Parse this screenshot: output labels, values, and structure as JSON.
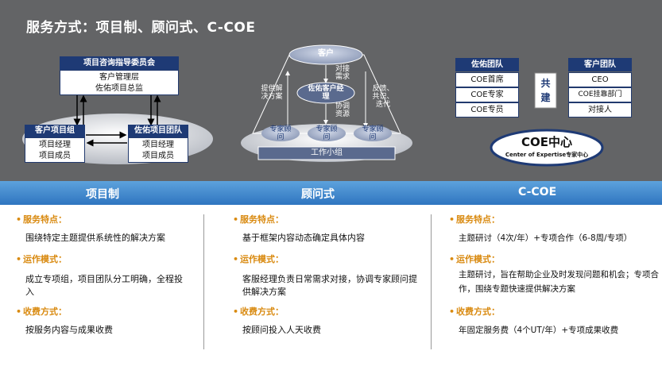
{
  "title": "服务方式：项目制、顾问式、C-COE",
  "project": {
    "committee": "项目咨询指导委员会",
    "committee_members": [
      "客户管理层",
      "佐佑项目总监"
    ],
    "client_team": "客户项目组",
    "client_members": [
      "项目经理",
      "项目成员"
    ],
    "zuoyou_team": "佐佑项目团队",
    "zuoyou_members": [
      "项目经理",
      "项目成员"
    ]
  },
  "consult": {
    "client": "客户",
    "manager": "佐佑客户经理",
    "left_note": "提供解决方案",
    "top_right_note": "对接需求",
    "mid_right_note": "协调资源",
    "right_note": "反馈、共识、迭代",
    "experts": [
      "专家顾问",
      "专家顾问",
      "专家顾问"
    ],
    "group": "工作小组"
  },
  "coe": {
    "left_header": "佐佑团队",
    "left_items": [
      "COE首席",
      "COE专家",
      "COE专员"
    ],
    "center": "共建",
    "right_header": "客户团队",
    "right_items": [
      "CEO",
      "COE挂靠部门",
      "对接人"
    ],
    "center_title": "COE中心",
    "center_sub": "Center of Expertise专家中心"
  },
  "columns": [
    {
      "title": "项目制",
      "sections": [
        {
          "label": "服务特点：",
          "text": "围绕特定主题提供系统性的解决方案"
        },
        {
          "label": "运作模式：",
          "text": "成立专项组，项目团队分工明确，全程投入"
        },
        {
          "label": "收费方式：",
          "text": "按服务内容与成果收费"
        }
      ]
    },
    {
      "title": "顾问式",
      "sections": [
        {
          "label": "服务特点：",
          "text": "基于框架内容动态确定具体内容"
        },
        {
          "label": "运作模式：",
          "text": "客服经理负责日常需求对接，协调专家顾问提供解决方案"
        },
        {
          "label": "收费方式：",
          "text": "按顾问投入人天收费"
        }
      ]
    },
    {
      "title": "C-COE",
      "sections": [
        {
          "label": "服务特点：",
          "text": "主题研讨（4次/年）+专项合作（6-8周/专项）"
        },
        {
          "label": "运作模式：",
          "text": "主题研讨，旨在帮助企业及时发现问题和机会；专项合作，围绕专题快速提供解决方案"
        },
        {
          "label": "收费方式：",
          "text": "年固定服务费（4个UT/年）+专项成果收费"
        }
      ]
    }
  ],
  "colors": {
    "panel": "#636466",
    "navy": "#1e3a75",
    "band": "#3f86cc",
    "label": "#d98a10"
  }
}
